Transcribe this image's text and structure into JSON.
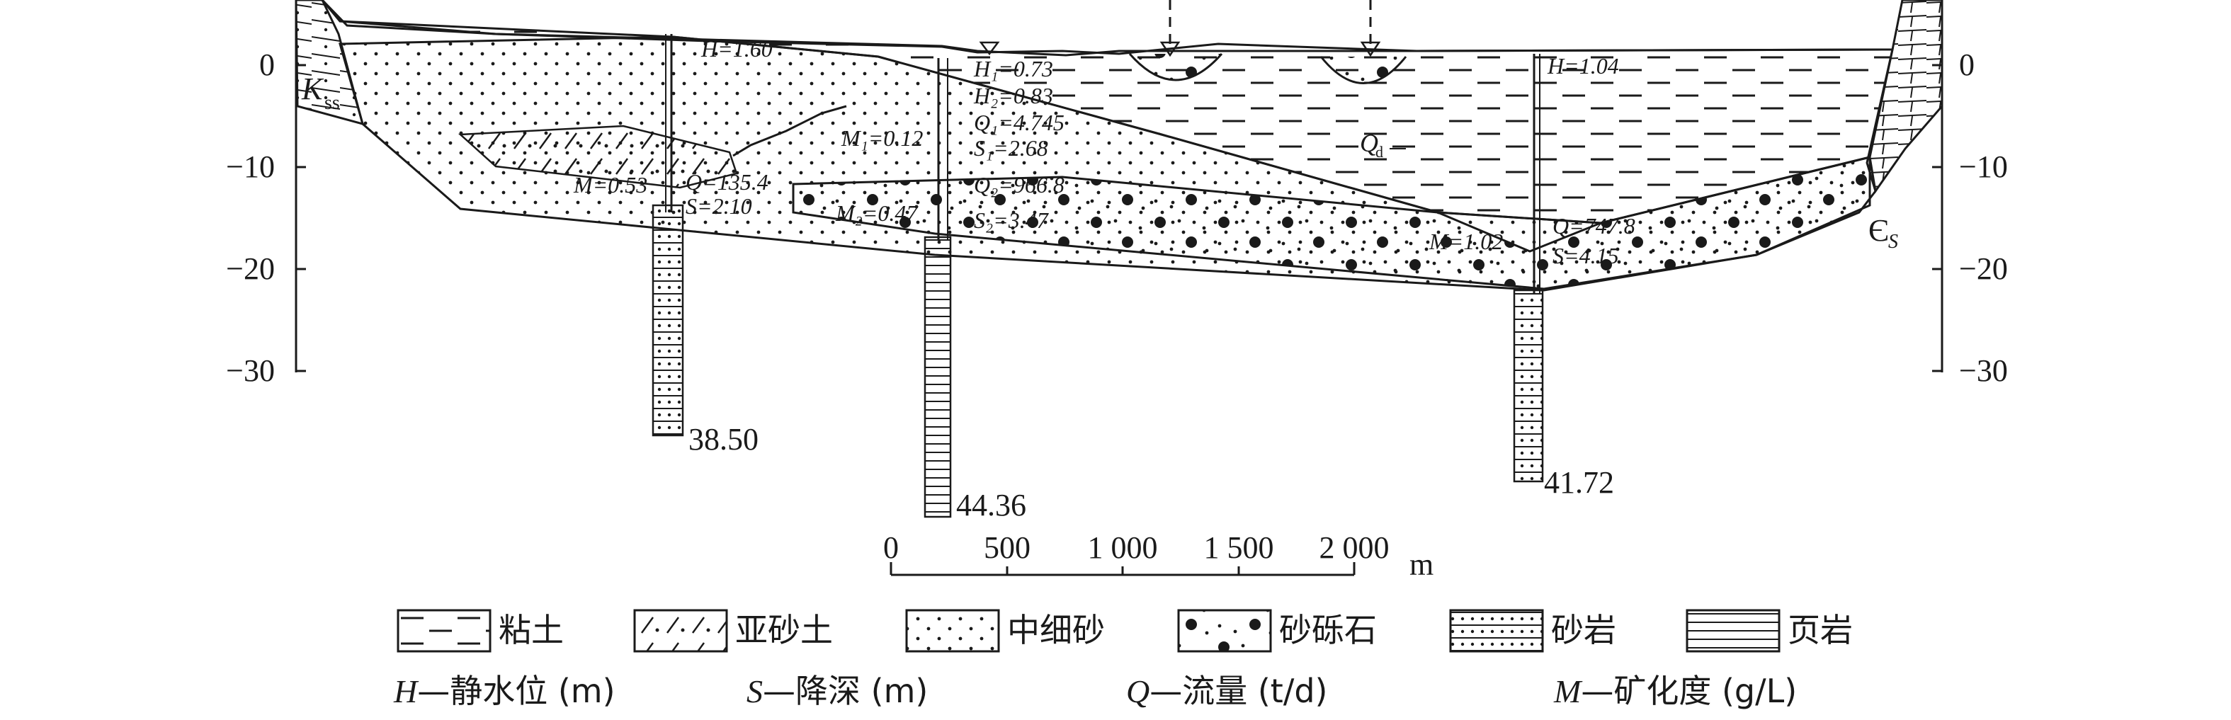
{
  "axis": {
    "ticks": [
      "0",
      "−10",
      "−20",
      "−30"
    ]
  },
  "wells": [
    {
      "annotations": [
        "H=1.60",
        "M=0.53",
        "Q=135.4",
        "S=2.10"
      ],
      "depth": "38.50"
    },
    {
      "annotations": [
        "H₁=0.73",
        "H₂=0.83",
        "Q₁=4.745",
        "S₁=2.68",
        "Q₂=966.8",
        "S₂=3.47",
        "M₁=0.12",
        "M₂=0.47"
      ],
      "depth": "44.36"
    },
    {
      "annotations": [
        "H=1.04",
        "M=1.02",
        "Q=747.8",
        "S=4.15"
      ],
      "depth": "41.72"
    }
  ],
  "formations": {
    "left": "K",
    "left_sub": "ss",
    "right": "Є",
    "right_sub": "S",
    "quaternary": "Q",
    "quaternary_sub": "d"
  },
  "scale_bar": {
    "ticks": [
      "0",
      "500",
      "1 000",
      "1 500",
      "2 000"
    ],
    "unit": "m"
  },
  "legend": [
    {
      "pattern": "clay",
      "label": "粘土"
    },
    {
      "pattern": "sandy-loam",
      "label": "亚砂土"
    },
    {
      "pattern": "fine-sand",
      "label": "中细砂"
    },
    {
      "pattern": "gravel",
      "label": "砂砾石"
    },
    {
      "pattern": "sandstone",
      "label": "砂岩"
    },
    {
      "pattern": "shale",
      "label": "页岩"
    }
  ],
  "symbol_key": [
    {
      "symbol": "H",
      "text": "—静水位 (m)"
    },
    {
      "symbol": "S",
      "text": "—降深 (m)"
    },
    {
      "symbol": "Q",
      "text": "—流量 (t/d)"
    },
    {
      "symbol": "M",
      "text": "—矿化度 (g/L)"
    }
  ],
  "colors": {
    "line": "#1a1a1a",
    "background": "#ffffff"
  }
}
